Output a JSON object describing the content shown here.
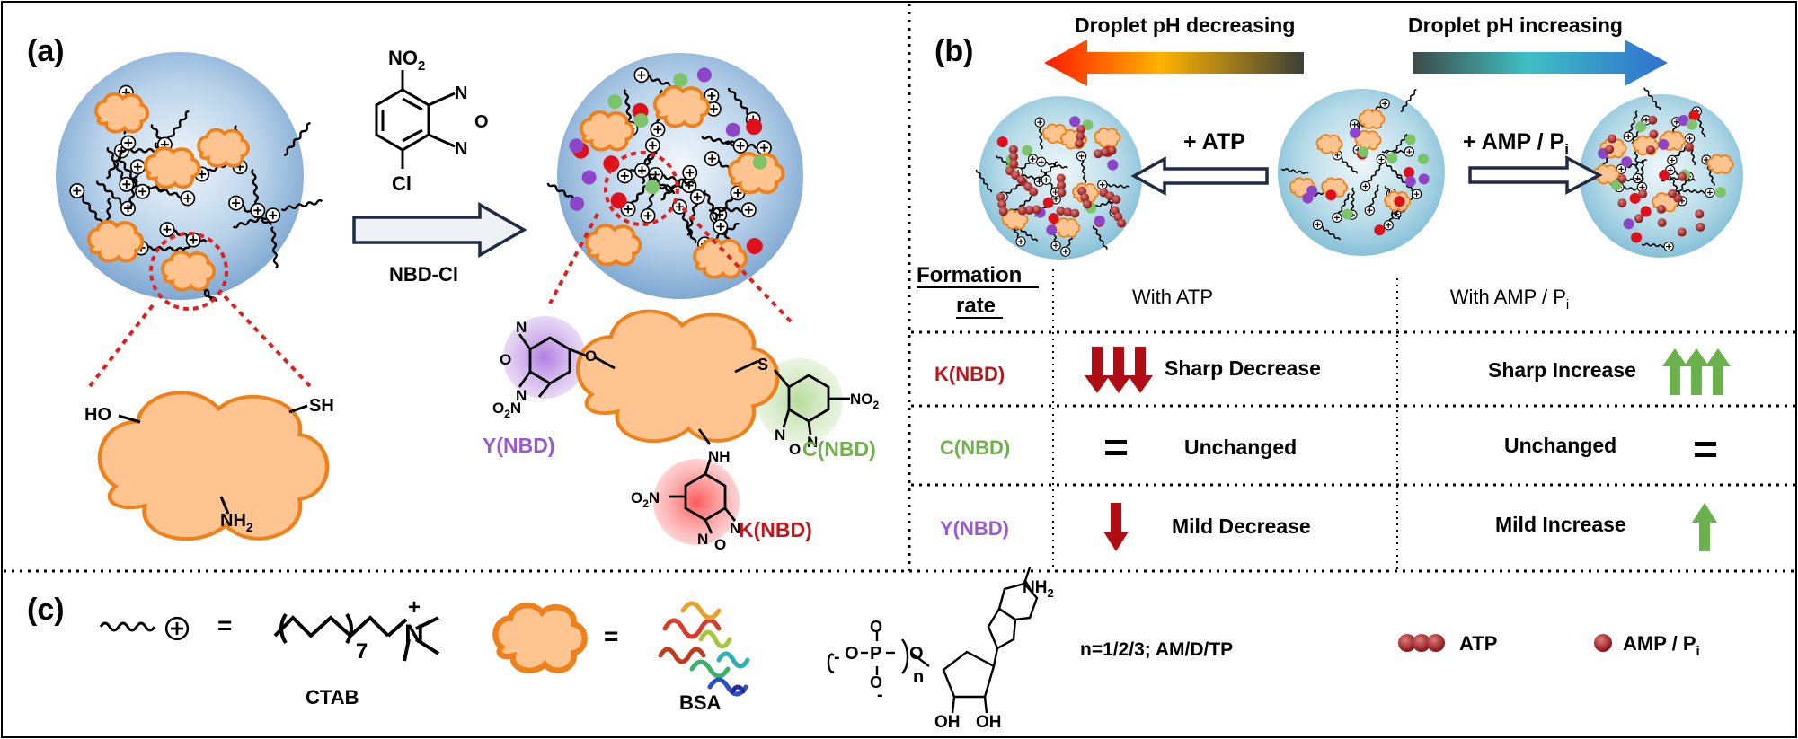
{
  "panels": {
    "a": {
      "label": "(a)",
      "reagent": {
        "name": "NBD-Cl",
        "nitro": "NO",
        "nitro_sub": "2",
        "chloro": "Cl",
        "ring_n1": "N",
        "ring_n2": "N",
        "ring_o": "O"
      },
      "protein_groups": {
        "hydroxyl": "HO",
        "thiol": "SH",
        "amine": "NH",
        "amine_sub": "2"
      },
      "products": {
        "y": "Y(NBD)",
        "c": "C(NBD)",
        "k": "K(NBD)",
        "o_link": "O",
        "s_link": "S",
        "nh_link": "NH",
        "no2": "NO",
        "no2_sub": "2",
        "o2n_pre": "O",
        "o2n_sub": "2",
        "o2n_post": "N",
        "ring_n": "N",
        "ring_o": "O"
      },
      "colors": {
        "y": "#9b59d0",
        "c": "#6fb24a",
        "k": "#c0141b"
      }
    },
    "b": {
      "label": "(b)",
      "gradient_left": "Droplet pH decreasing",
      "gradient_right": "Droplet pH increasing",
      "add_atp": "+ ATP",
      "add_amp": "+ AMP / P",
      "add_amp_sub": "i",
      "table": {
        "header_line1": "Formation",
        "header_line2": "rate",
        "col_atp": "With ATP",
        "col_amp": "With AMP / P",
        "col_amp_sub": "i",
        "rows": [
          {
            "name": "K(NBD)",
            "color": "#c0141b",
            "atp": "Sharp Decrease",
            "amp": "Sharp Increase",
            "atp_icon": "triple-down-arrow",
            "amp_icon": "triple-up-arrow"
          },
          {
            "name": "C(NBD)",
            "color": "#6fb24a",
            "atp": "Unchanged",
            "amp": "Unchanged",
            "atp_icon": "equals",
            "amp_icon": "equals"
          },
          {
            "name": "Y(NBD)",
            "color": "#9b59d0",
            "atp": "Mild Decrease",
            "amp": "Mild Increase",
            "atp_icon": "down-arrow",
            "amp_icon": "up-arrow"
          }
        ]
      }
    },
    "c": {
      "label": "(c)",
      "eq1": "=",
      "eq2": "=",
      "ctab": "CTAB",
      "ctab_sub": "7",
      "ctab_n": "N",
      "ctab_plus": "+",
      "bsa": "BSA",
      "nucleotide_n": "n",
      "nucleotide_nh2": "NH",
      "nucleotide_nh2_sub": "2",
      "nucleotide_oh1": "OH",
      "nucleotide_oh2": "OH",
      "nucleotide_formula": "n=1/2/3; AM/D/TP",
      "legend_atp": "ATP",
      "legend_amp": "AMP / P",
      "legend_amp_sub": "i"
    }
  }
}
